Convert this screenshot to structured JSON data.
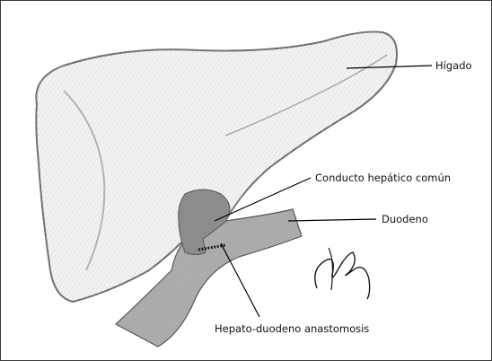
{
  "figure": {
    "labels": {
      "liver": "Hígado",
      "hepatic_duct": "Conducto hepático común",
      "duodenum": "Duodeno",
      "anastomosis": "Hepato-duodeno anastomosis"
    },
    "colors": {
      "liver_fill": "#f2f2f2",
      "liver_outline": "#6e6e6e",
      "duodenum_fill": "#b0b0b0",
      "duct_fill": "#8c8c8c",
      "leader_line": "#000000",
      "frame": "#3a3a3a"
    }
  }
}
